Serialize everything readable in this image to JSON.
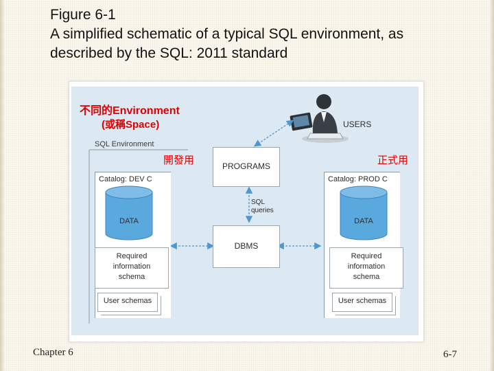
{
  "title": {
    "line1": "Figure 6-1",
    "line2": "A simplified schematic of a typical SQL environment, as",
    "line3": "described by the SQL: 2011 standard"
  },
  "annotations": {
    "environment_line1": "不同的Environment",
    "environment_line2": "(或稱Space)",
    "dev_label": "開發用",
    "prod_label": "正式用"
  },
  "diagram": {
    "sql_environment": "SQL Environment",
    "users": "USERS",
    "programs": "PROGRAMS",
    "sql_queries_line1": "SQL",
    "sql_queries_line2": "queries",
    "dbms": "DBMS",
    "catalog_dev": "Catalog: DEV  C",
    "catalog_prod": "Catalog: PROD  C",
    "data": "DATA",
    "required_line1": "Required",
    "required_line2": "information",
    "required_line3": "schema",
    "user_schemas": "User schemas"
  },
  "footer": {
    "chapter": "Chapter 6",
    "page": "6-7"
  },
  "colors": {
    "diagram_bg": "#dce9f3",
    "database_fill": "#5aa9de",
    "annotation_red": "#e00000",
    "arrow": "#4f97cf"
  }
}
